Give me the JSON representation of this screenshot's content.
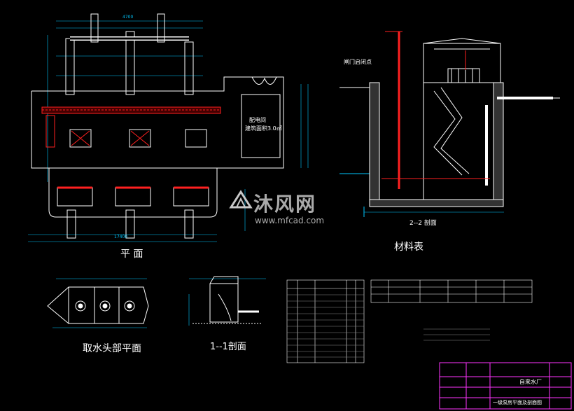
{
  "labels": {
    "plan": "平  面",
    "intake_plan": "取水头部平面",
    "section_1": "1--1剖面",
    "section_2": "2--2 剖面",
    "material_table": "材料表",
    "note_anchor": "闸门启闭点",
    "room_note_1": "配电间",
    "room_note_2": "建筑面积3.0㎡",
    "dim_total": "17400",
    "dim_4700": "4700",
    "plant_name": "自来水厂",
    "drawing_name": "一级泵房平面及剖面图"
  },
  "watermark": {
    "text": "沐风网",
    "url": "www.mfcad.com"
  },
  "colors": {
    "background": "#000000",
    "pipe": "#ffffff",
    "pipe_red": "#ff2020",
    "dimension": "#00c8ff",
    "structure": "#ffffff",
    "title_block": "#ff33ff",
    "hatch": "#cccccc"
  }
}
